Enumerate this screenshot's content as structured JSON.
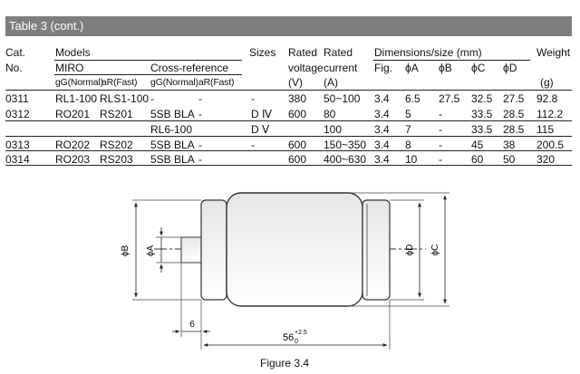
{
  "title": "Table 3 (cont.)",
  "headers": {
    "cat": "Cat.",
    "no": "No.",
    "models": "Models",
    "miro": "MIRO",
    "cross_ref": "Cross-reference",
    "gg_normal_1": "gG(Normal)",
    "ar_fast_1": "aR(Fast)",
    "gg_normal_2": "gG(Normal)",
    "ar_fast_2": "aR(Fast)",
    "sizes": "Sizes",
    "rated_1": "Rated",
    "voltage": "voltage",
    "volt_unit": "(V)",
    "rated_2": "Rated",
    "current": "current",
    "curr_unit": "(A)",
    "dims": "Dimensions/size (mm)",
    "fig": "Fig.",
    "phiA": "ϕA",
    "phiB": "ϕB",
    "phiC": "ϕC",
    "phiD": "ϕD",
    "weight": "Weight",
    "weight_unit": "(g)"
  },
  "rows": [
    {
      "cat": "0311",
      "miro_g": "RL1-100",
      "miro_a": "RLS1-100",
      "xref_g": "-",
      "xref_a": "-",
      "size": "-",
      "voltage": "380",
      "current": "50~100",
      "fig": "3.4",
      "a": "6.5",
      "b": "27.5",
      "c": "32.5",
      "d": "27.5",
      "weight": "92.8"
    },
    {
      "cat": "0312",
      "miro_g": "RO201",
      "miro_a": "RS201",
      "xref_g": "5SB BLA",
      "xref_a": "-",
      "size": "D Ⅳ",
      "voltage": "600",
      "current": "80",
      "fig": "3.4",
      "a": "5",
      "b": "-",
      "c": "33.5",
      "d": "28.5",
      "weight": "112.2"
    },
    {
      "cat": "",
      "miro_g": "",
      "miro_a": "",
      "xref_g": "RL6-100",
      "xref_a": "",
      "size": "D Ⅴ",
      "voltage": "",
      "current": "100",
      "fig": "3.4",
      "a": "7",
      "b": "-",
      "c": "33.5",
      "d": "28.5",
      "weight": "115"
    },
    {
      "cat": "0313",
      "miro_g": "RO202",
      "miro_a": "RS202",
      "xref_g": "5SB BLA",
      "xref_a": "-",
      "size": "-",
      "voltage": "600",
      "current": "150~350",
      "fig": "3.4",
      "a": "8",
      "b": "-",
      "c": "45",
      "d": "38",
      "weight": "200.5"
    },
    {
      "cat": "0314",
      "miro_g": "RO203",
      "miro_a": "RS203",
      "xref_g": "5SB BLA",
      "xref_a": "-",
      "size": "",
      "voltage": "600",
      "current": "400~630",
      "fig": "3.4",
      "a": "10",
      "b": "-",
      "c": "60",
      "d": "50",
      "weight": "320"
    }
  ],
  "figure": {
    "label_b": "ϕB",
    "label_a": "ϕA",
    "label_d": "ϕD",
    "label_c": "ϕC",
    "dim_6": "6",
    "dim_56": "56",
    "tol_low": "0",
    "tol_up": "+2.5",
    "caption": "Figure 3.4"
  }
}
